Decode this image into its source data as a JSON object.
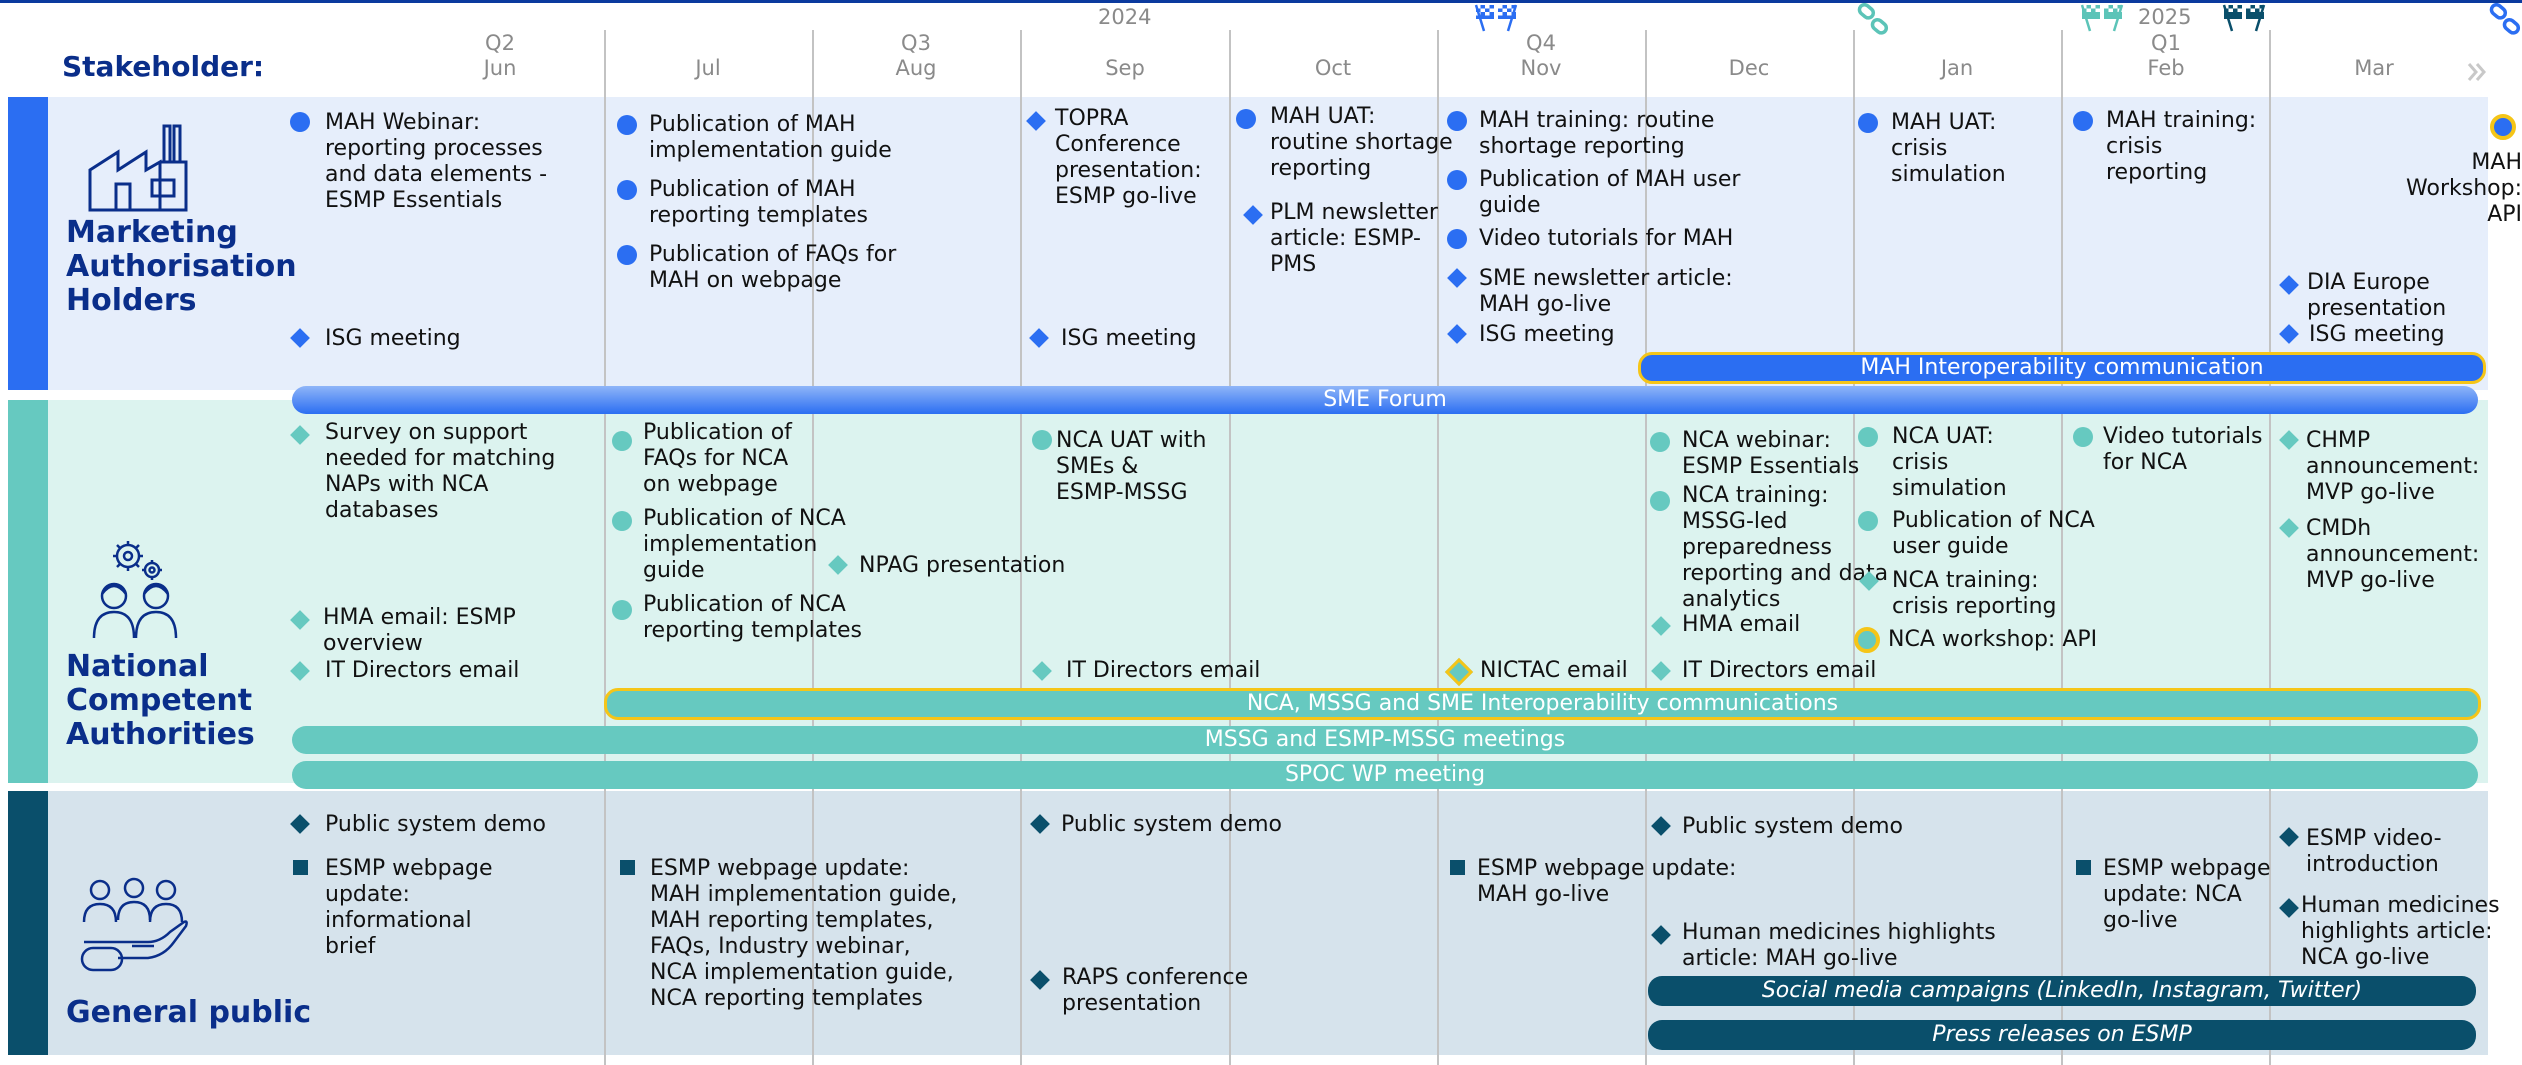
{
  "colors": {
    "header_accent": "#0b3a9e",
    "mah_accent": "#2b6ef2",
    "mah_band": "#e6eefb",
    "nca_accent": "#66c9c0",
    "nca_band": "#dcf3ef",
    "public_accent": "#0a4f6b",
    "public_band": "#d6e3ec",
    "title": "#0a2e8a",
    "highlight_border": "#f5c518"
  },
  "header": {
    "stakeholder_label": "Stakeholder:",
    "year_2024": "2024",
    "year_2025": "2025",
    "quarters": [
      "Q2",
      "Q3",
      "Q4",
      "Q1"
    ],
    "months": [
      "Jun",
      "Jul",
      "Aug",
      "Sep",
      "Oct",
      "Nov",
      "Dec",
      "Jan",
      "Feb",
      "Mar"
    ]
  },
  "groups": {
    "mah": {
      "title_lines": [
        "Marketing",
        "Authorisation",
        "Holders"
      ],
      "icon": "factory-icon"
    },
    "nca": {
      "title_lines": [
        "National",
        "Competent",
        "Authorities"
      ],
      "icon": "people-gears-icon"
    },
    "public": {
      "title": "General public",
      "icon": "people-hand-icon"
    }
  },
  "mah_items": [
    "MAH Webinar:\nreporting processes\nand data elements -\nESMP Essentials",
    "ISG meeting",
    "Publication of MAH\nimplementation guide",
    "Publication of MAH\nreporting templates",
    "Publication of FAQs for\nMAH on webpage",
    "TOPRA\nConference\npresentation:\nESMP go-live",
    "ISG meeting",
    "MAH UAT:\nroutine shortage\nreporting",
    "PLM newsletter\narticle: ESMP-\nPMS",
    "MAH training: routine\nshortage reporting",
    "Publication of MAH user\nguide",
    "Video tutorials for MAH",
    "SME newsletter article:\nMAH go-live",
    "ISG meeting",
    "MAH UAT:\ncrisis\nsimulation",
    "MAH training:\ncrisis\nreporting",
    "DIA Europe\npresentation",
    "ISG meeting",
    "MAH\nWorkshop:\nAPI"
  ],
  "nca_items": [
    "Survey on support\nneeded for matching\nNAPs with NCA\ndatabases",
    "HMA email: ESMP\noverview",
    "IT Directors email",
    "Publication of\nFAQs for NCA\non webpage",
    "Publication of NCA\nimplementation\nguide",
    "Publication of NCA\nreporting templates",
    "NPAG presentation",
    "NCA UAT with\nSMEs &\nESMP-MSSG",
    "IT Directors email",
    "NICTAC email",
    "NCA webinar:\nESMP Essentials",
    "NCA training:\nMSSG-led\npreparedness\nreporting and data\nanalytics",
    "HMA email",
    "IT Directors email",
    "NCA UAT:\ncrisis\nsimulation",
    "Publication of NCA\nuser guide",
    "NCA training:\ncrisis reporting",
    "NCA workshop: API",
    "Video tutorials\nfor NCA",
    "CHMP\nannouncement:\nMVP go-live",
    "CMDh\nannouncement:\nMVP go-live"
  ],
  "public_items": [
    "Public system demo",
    "ESMP webpage\nupdate:\ninformational\nbrief",
    "ESMP webpage update:\nMAH implementation guide,\nMAH reporting templates,\nFAQs, Industry webinar,\nNCA implementation guide,\nNCA reporting templates",
    "Public system demo",
    "RAPS conference\npresentation",
    "ESMP webpage update:\nMAH go-live",
    "Public system demo",
    "Human medicines highlights\narticle: MAH go-live",
    "ESMP webpage\nupdate: NCA\ngo-live",
    "ESMP video-\nintroduction",
    "Human medicines\nhighlights article:\nNCA go-live"
  ],
  "bars": {
    "mah_interop": "MAH Interoperability communication",
    "sme_forum": "SME Forum",
    "nca_interop": "NCA, MSSG and SME Interoperability communications",
    "mssg_meetings": "MSSG and ESMP-MSSG meetings",
    "spoc": "SPOC WP meeting",
    "social": "Social media campaigns (LinkedIn, Instagram, Twitter)",
    "press": "Press releases on ESMP"
  }
}
